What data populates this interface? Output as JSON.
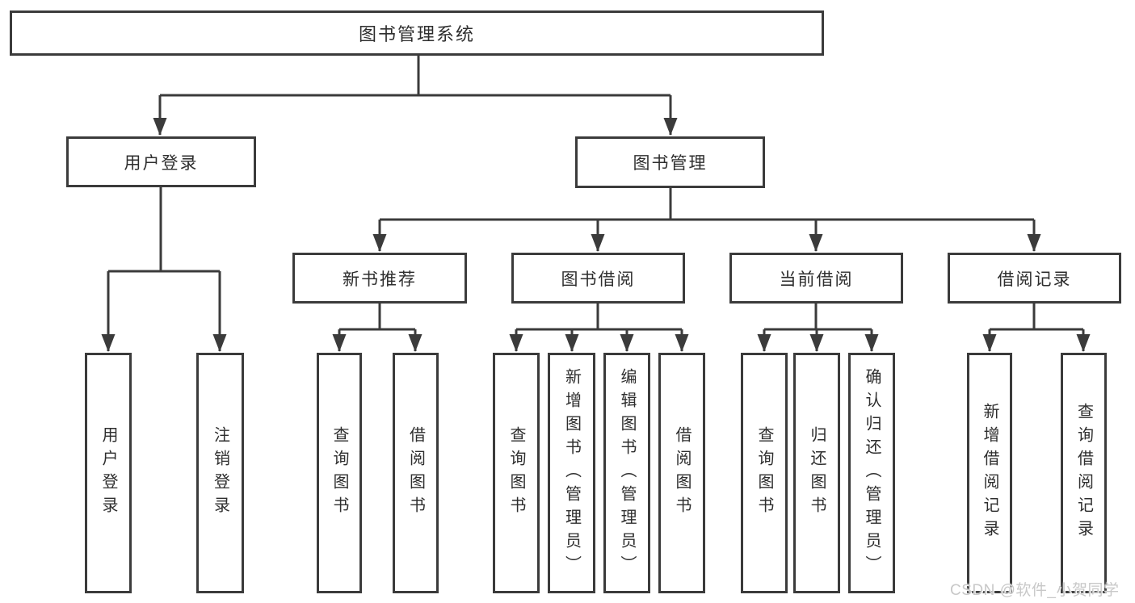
{
  "colors": {
    "line": "#3b3b3b",
    "text": "#2e2e2e",
    "watermark_text_color": "#c8c8c8",
    "background": "#ffffff"
  },
  "watermark": "CSDN @软件_小贺同学",
  "tree": {
    "label": "图书管理系统",
    "children": [
      {
        "label": "用户登录",
        "children": [
          {
            "label": "用户登录"
          },
          {
            "label": "注销登录"
          }
        ]
      },
      {
        "label": "图书管理",
        "children": [
          {
            "label": "新书推荐",
            "children": [
              {
                "label": "查询图书"
              },
              {
                "label": "借阅图书"
              }
            ]
          },
          {
            "label": "图书借阅",
            "children": [
              {
                "label": "查询图书"
              },
              {
                "label": "新增图书（管理员）"
              },
              {
                "label": "编辑图书（管理员）"
              },
              {
                "label": "借阅图书"
              }
            ]
          },
          {
            "label": "当前借阅",
            "children": [
              {
                "label": "查询图书"
              },
              {
                "label": "归还图书"
              },
              {
                "label": "确认归还（管理员）"
              }
            ]
          },
          {
            "label": "借阅记录",
            "children": [
              {
                "label": "新增借阅记录"
              },
              {
                "label": "查询借阅记录"
              }
            ]
          }
        ]
      }
    ]
  }
}
